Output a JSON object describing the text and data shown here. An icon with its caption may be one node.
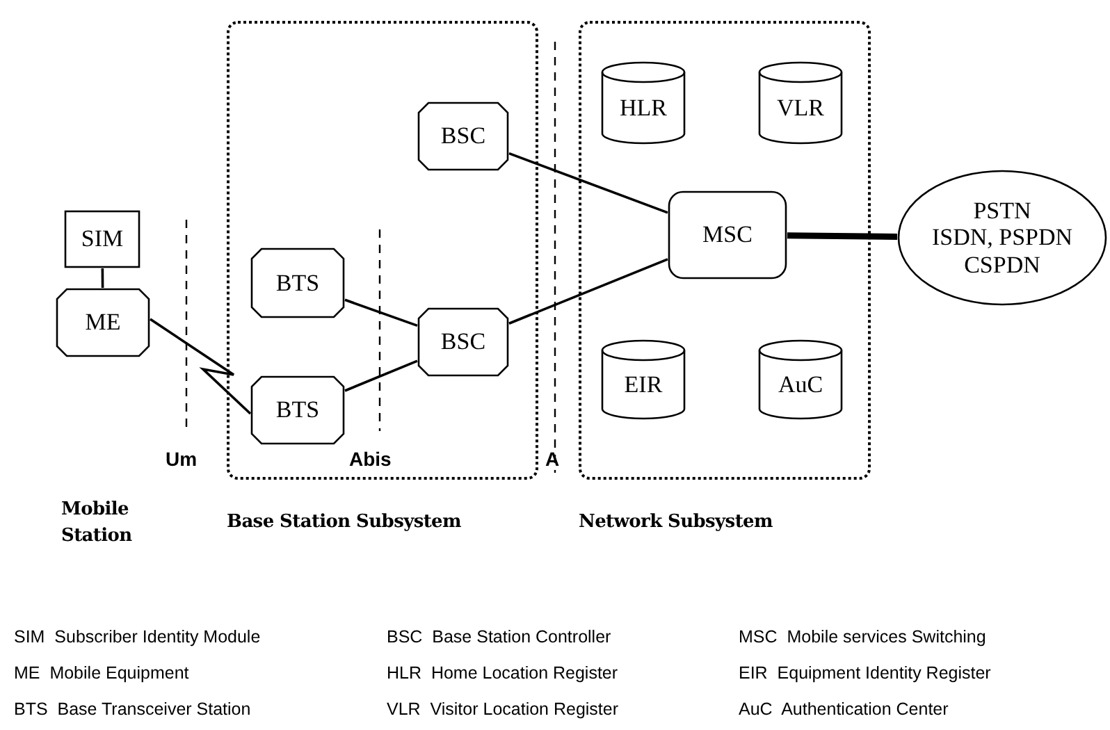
{
  "diagram": {
    "nodes": [
      {
        "text": [
          "Base Station Subsystem"
        ]
      },
      {
        "text": [
          "Network Subsystem"
        ]
      },
      {
        "text": [
          "SIM"
        ]
      },
      {
        "text": [
          "ME"
        ]
      },
      {
        "text": [
          "BSC"
        ],
        "in": 0
      },
      {
        "text": [
          "BTS"
        ],
        "in": 0
      },
      {
        "text": [
          "BSC"
        ],
        "in": 0
      },
      {
        "text": [
          "BTS"
        ],
        "in": 0
      },
      {
        "text": [
          "HLR"
        ],
        "in": 1
      },
      {
        "text": [
          "VLR"
        ],
        "in": 1
      },
      {
        "text": [
          "MSC"
        ],
        "in": 1
      },
      {
        "text": [
          "EIR"
        ],
        "in": 1
      },
      {
        "text": [
          "AuC"
        ],
        "in": 1
      },
      {
        "text": [
          "PSTN",
          "ISDN, PSPDN",
          "CSPDN"
        ]
      }
    ],
    "edges": [
      {
        "from": 2,
        "to": 3,
        "arrow": "none"
      },
      {
        "from": 3,
        "to": 7,
        "arrow": "none"
      },
      {
        "from": 5,
        "to": 6,
        "arrow": "none"
      },
      {
        "from": 7,
        "to": 6,
        "arrow": "none"
      },
      {
        "from": 4,
        "to": 10,
        "arrow": "none"
      },
      {
        "from": 6,
        "to": 10,
        "arrow": "none"
      },
      {
        "from": 10,
        "to": 13,
        "arrow": "none",
        "style": "thick"
      }
    ],
    "labels": [
      "Um",
      "Abis",
      "A",
      "Mobile Station",
      "SIM  Subscriber Identity Module",
      "BSC  Base Station Controller",
      "MSC  Mobile services Switching",
      "ME  Mobile Equipment",
      "HLR  Home Location Register",
      "EIR  Equipment Identity Register",
      "BTS  Base Transceiver Station",
      "VLR  Visitor Location Register",
      "AuC  Authentication Center"
    ]
  }
}
